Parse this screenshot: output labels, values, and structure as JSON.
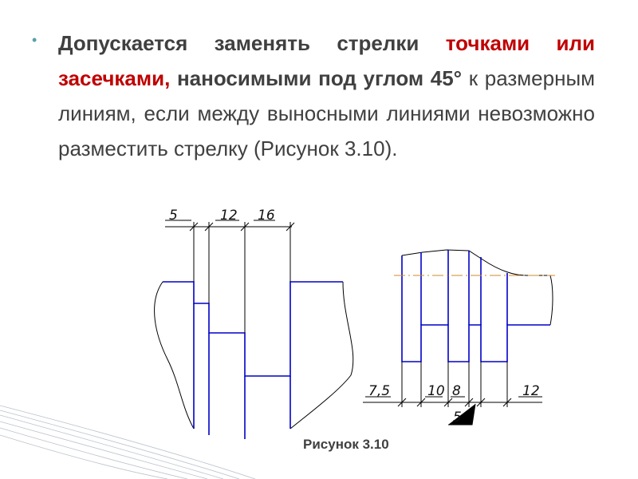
{
  "slide": {
    "paragraph": {
      "part1": "Допускается заменять стрелки ",
      "highlight": "точками или засечками,",
      "part2": " наносимыми под углом ",
      "angle": "45°",
      "part3": " к размерным линиям, если между выносными линиями невозможно разместить стрелку (Рисунок 3.10)."
    },
    "caption": "Рисунок 3.10"
  },
  "figure_left": {
    "dims": [
      "5",
      "12",
      "16"
    ]
  },
  "figure_right": {
    "dims": [
      "7,5",
      "10",
      "8",
      "12",
      "5"
    ]
  },
  "colors": {
    "text": "#404040",
    "highlight": "#c00000",
    "outline": "#0000c8",
    "axis": "#d08a2a",
    "bullet": "#5aa0a8"
  }
}
